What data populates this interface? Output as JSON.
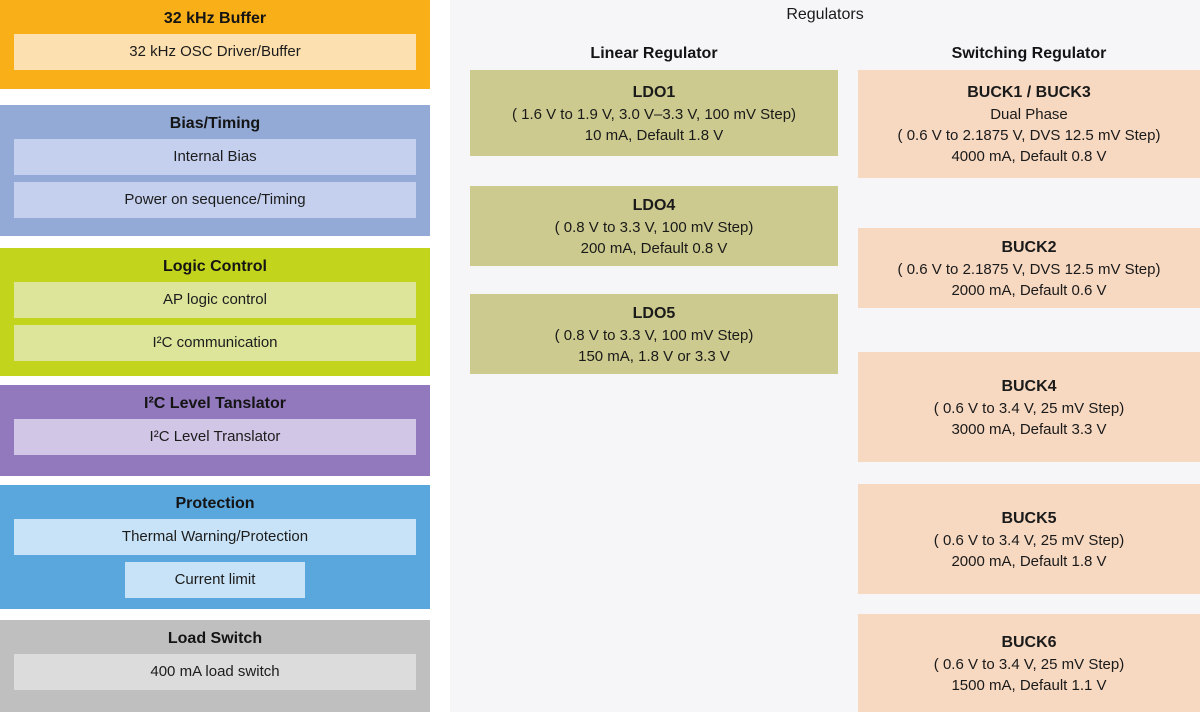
{
  "left_column": {
    "blocks": [
      {
        "id": "osc",
        "title": "32 kHz Buffer",
        "items": [
          {
            "label": "32 kHz OSC Driver/Buffer",
            "narrow": false
          }
        ],
        "header_color": "#f9b018",
        "item_color": "#fde0b0"
      },
      {
        "id": "bias",
        "title": "Bias/Timing",
        "items": [
          {
            "label": "Internal Bias",
            "narrow": false
          },
          {
            "label": "Power on sequence/Timing",
            "narrow": false
          }
        ],
        "header_color": "#93aad7",
        "item_color": "#c4d0ee"
      },
      {
        "id": "logic",
        "title": "Logic Control",
        "items": [
          {
            "label": "AP logic control",
            "narrow": false
          },
          {
            "label": "I²C communication",
            "narrow": false
          }
        ],
        "header_color": "#c3d41c",
        "item_color": "#dde59a"
      },
      {
        "id": "i2c",
        "title": "I²C Level Tanslator",
        "items": [
          {
            "label": "I²C Level Translator",
            "narrow": false
          }
        ],
        "header_color": "#9279bd",
        "item_color": "#d2c6e6"
      },
      {
        "id": "protection",
        "title": "Protection",
        "items": [
          {
            "label": "Thermal Warning/Protection",
            "narrow": false
          },
          {
            "label": "Current limit",
            "narrow": true
          }
        ],
        "header_color": "#5aa7de",
        "item_color": "#c8e3f7"
      },
      {
        "id": "load",
        "title": "Load Switch",
        "items": [
          {
            "label": "400 mA load switch",
            "narrow": false
          }
        ],
        "header_color": "#bfbfbf",
        "item_color": "#dcdcdc"
      }
    ]
  },
  "right_panel": {
    "title": "Regulators",
    "background_color": "#f6f6f8",
    "columns": [
      {
        "id": "linear",
        "heading": "Linear Regulator",
        "box_color": "#ccca8e",
        "boxes": [
          {
            "name": "LDO1",
            "lines": [
              "( 1.6 V to 1.9 V, 3.0 V–3.3 V, 100 mV Step)",
              "10 mA, Default 1.8 V"
            ]
          },
          {
            "name": "LDO4",
            "lines": [
              "( 0.8 V to 3.3 V, 100 mV Step)",
              "200 mA, Default 0.8 V"
            ]
          },
          {
            "name": "LDO5",
            "lines": [
              "( 0.8 V to 3.3 V, 100 mV Step)",
              "150 mA, 1.8 V or 3.3 V"
            ]
          }
        ]
      },
      {
        "id": "switching",
        "heading": "Switching Regulator",
        "box_color": "#f7d8c1",
        "boxes": [
          {
            "name": "BUCK1 / BUCK3",
            "lines": [
              "Dual Phase",
              "( 0.6 V to 2.1875 V, DVS 12.5 mV Step)",
              "4000 mA, Default 0.8 V"
            ]
          },
          {
            "name": "BUCK2",
            "lines": [
              "( 0.6 V to 2.1875 V, DVS 12.5 mV Step)",
              "2000 mA, Default 0.6 V"
            ]
          },
          {
            "name": "BUCK4",
            "lines": [
              "( 0.6 V to 3.4 V, 25 mV Step)",
              "3000 mA, Default 3.3 V"
            ]
          },
          {
            "name": "BUCK5",
            "lines": [
              "( 0.6 V to 3.4 V, 25 mV Step)",
              "2000 mA, Default 1.8 V"
            ]
          },
          {
            "name": "BUCK6",
            "lines": [
              "( 0.6 V to 3.4 V, 25 mV Step)",
              "1500 mA, Default 1.1 V"
            ]
          }
        ]
      }
    ]
  }
}
